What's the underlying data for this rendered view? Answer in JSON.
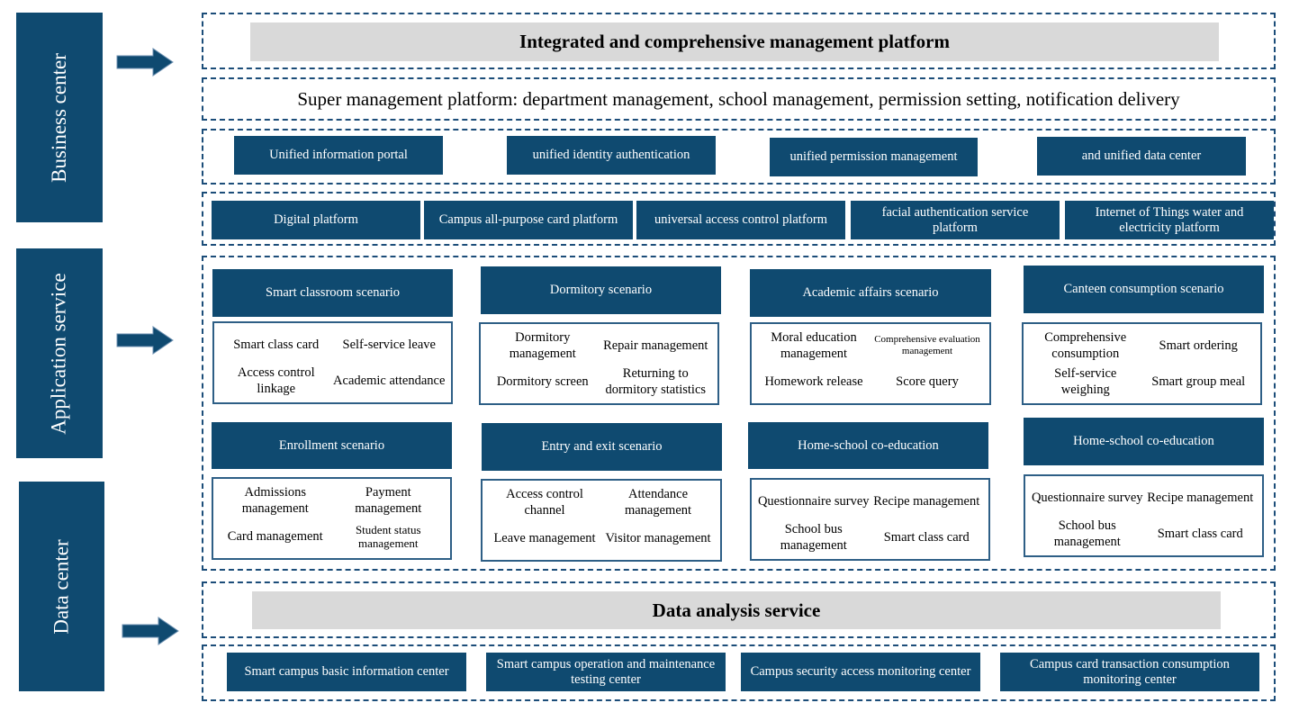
{
  "side_labels": {
    "business": "Business center",
    "application": "Application service",
    "data": "Data center"
  },
  "colors": {
    "dark_blue": "#0f4a70",
    "grey": "#d9d9d9",
    "dash": "#1c4d79"
  },
  "top": {
    "integrated": "Integrated and comprehensive management platform",
    "super": "Super management platform: department management, school management, permission setting, notification delivery",
    "unified": [
      "Unified information portal",
      "unified identity authentication",
      "unified permission management",
      "and unified data center"
    ],
    "platforms": [
      "Digital platform",
      "Campus all-purpose card platform",
      "universal access control platform",
      "facial authentication service platform",
      "Internet of Things water and electricity platform"
    ]
  },
  "scenarios": [
    {
      "title": "Smart classroom scenario",
      "items": [
        "Smart class card",
        "Self-service leave",
        "Access control linkage",
        "Academic attendance"
      ]
    },
    {
      "title": "Dormitory scenario",
      "items": [
        "Dormitory management",
        "Repair management",
        "Dormitory screen",
        "Returning to dormitory statistics"
      ]
    },
    {
      "title": "Academic affairs scenario",
      "items": [
        "Moral education management",
        "Comprehensive evaluation management",
        "Homework release",
        "Score query"
      ]
    },
    {
      "title": "Canteen consumption scenario",
      "items": [
        "Comprehensive consumption",
        "Smart ordering",
        "Self-service weighing",
        "Smart group meal"
      ]
    },
    {
      "title": "Enrollment scenario",
      "items": [
        "Admissions management",
        "Payment management",
        "Card management",
        "Student status management"
      ]
    },
    {
      "title": "Entry and exit scenario",
      "items": [
        "Access control channel",
        "Attendance management",
        "Leave management",
        "Visitor management"
      ]
    },
    {
      "title": "Home-school co-education",
      "items": [
        "Questionnaire survey",
        "Recipe management",
        "School bus management",
        "Smart class card"
      ]
    },
    {
      "title": "Home-school co-education",
      "items": [
        "Questionnaire survey",
        "Recipe management",
        "School bus management",
        "Smart class card"
      ]
    }
  ],
  "data": {
    "analysis": "Data analysis service",
    "centers": [
      "Smart campus basic information center",
      "Smart campus operation and maintenance testing center",
      "Campus security access monitoring center",
      "Campus card transaction consumption monitoring center"
    ]
  }
}
